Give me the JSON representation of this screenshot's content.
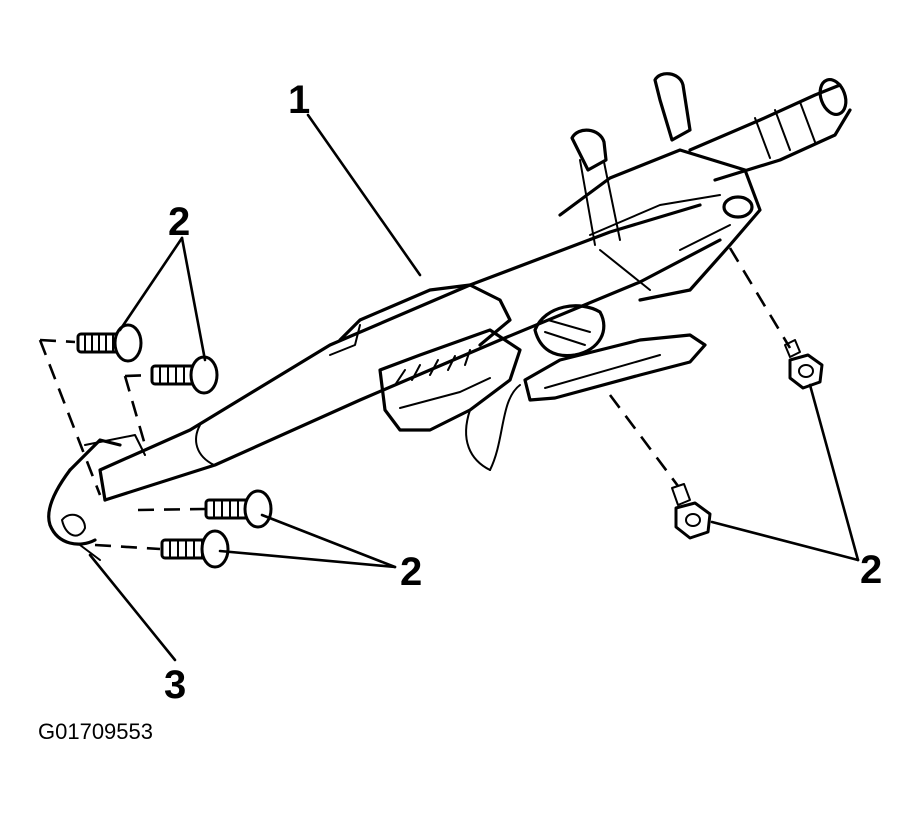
{
  "callouts": {
    "column": "1",
    "bolts_upper_left": "2",
    "bolts_lower_left": "2",
    "nuts_right": "2",
    "bracket": "3"
  },
  "figure_id": "G01709553"
}
